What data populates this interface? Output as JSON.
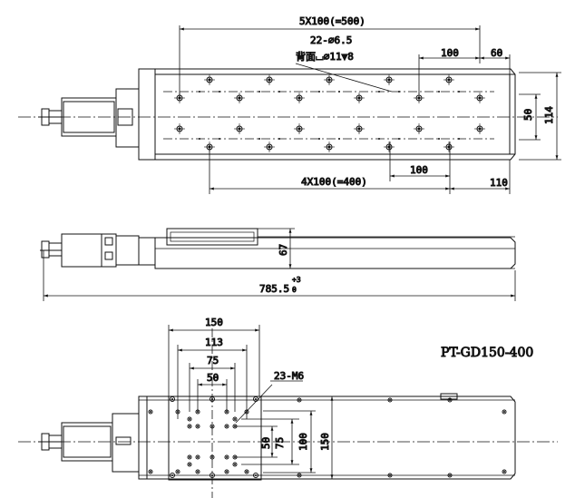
{
  "model": "PT-GD150-400",
  "top_view": {
    "dim_total_pitch": "5X100(=500)",
    "hole_spec_line1": "22-⌀6.5",
    "hole_spec_line2": "背面⌴⌀11▼8",
    "dim_pitch_top": "100",
    "dim_end_top": "60",
    "dim_inner_width": "50",
    "dim_outer_width": "114",
    "dim_pitch_bottom": "100",
    "dim_total_pitch_bottom": "4X100(=400)",
    "dim_end_bottom": "110"
  },
  "side_view": {
    "dim_height": "67",
    "dim_length": "785.5",
    "tol_upper": "+3",
    "tol_lower": "0"
  },
  "carriage_view": {
    "dim_150": "150",
    "dim_113": "113",
    "dim_75": "75",
    "dim_50": "50",
    "thread_spec": "23-M6",
    "dim_v50": "50",
    "dim_v75": "75",
    "dim_v100": "100",
    "dim_v150": "150"
  },
  "colors": {
    "line": "#111111",
    "background": "#ffffff"
  }
}
